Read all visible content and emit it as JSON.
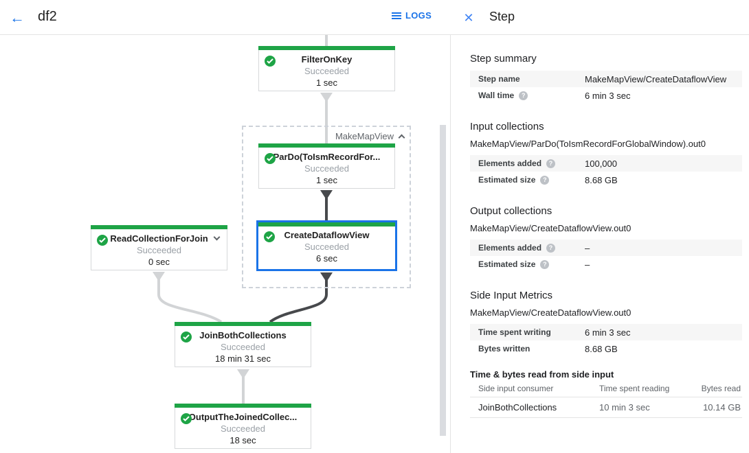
{
  "header": {
    "title": "df2",
    "logs_label": "LOGS",
    "back_icon": "←",
    "close_icon": "✕"
  },
  "colors": {
    "accent_blue": "#1a73e8",
    "success_green": "#1ea446",
    "edge_light": "#d2d4d6",
    "edge_dark": "#47494c",
    "selected_border": "#1a73e8"
  },
  "graph": {
    "group_label": "MakeMapView",
    "nodes": [
      {
        "title": "FilterOnKey",
        "status": "Succeeded",
        "time": "1 sec"
      },
      {
        "title": "ParDo(ToIsmRecordFor...",
        "status": "Succeeded",
        "time": "1 sec"
      },
      {
        "title": "CreateDataflowView",
        "status": "Succeeded",
        "time": "6 sec"
      },
      {
        "title": "ReadCollectionForJoin",
        "status": "Succeeded",
        "time": "0 sec"
      },
      {
        "title": "JoinBothCollections",
        "status": "Succeeded",
        "time": "18 min 31 sec"
      },
      {
        "title": "OutputTheJoinedCollec...",
        "status": "Succeeded",
        "time": "18 sec"
      }
    ]
  },
  "panel": {
    "title": "Step",
    "step_summary": {
      "heading": "Step summary",
      "rows": [
        {
          "label": "Step name",
          "value": "MakeMapView/CreateDataflowView"
        },
        {
          "label": "Wall time",
          "value": "6 min 3 sec"
        }
      ]
    },
    "input_collections": {
      "heading": "Input collections",
      "collection": "MakeMapView/ParDo(ToIsmRecordForGlobalWindow).out0",
      "rows": [
        {
          "label": "Elements added",
          "value": "100,000"
        },
        {
          "label": "Estimated size",
          "value": "8.68 GB"
        }
      ]
    },
    "output_collections": {
      "heading": "Output collections",
      "collection": "MakeMapView/CreateDataflowView.out0",
      "rows": [
        {
          "label": "Elements added",
          "value": "–"
        },
        {
          "label": "Estimated size",
          "value": "–"
        }
      ]
    },
    "side_input_metrics": {
      "heading": "Side Input Metrics",
      "collection": "MakeMapView/CreateDataflowView.out0",
      "rows": [
        {
          "label": "Time spent writing",
          "value": "6 min 3 sec"
        },
        {
          "label": "Bytes written",
          "value": "8.68 GB"
        }
      ]
    },
    "side_input_table": {
      "heading": "Time & bytes read from side input",
      "columns": [
        "Side input consumer",
        "Time spent reading",
        "Bytes read"
      ],
      "rows": [
        {
          "consumer": "JoinBothCollections",
          "time_reading": "10 min 3 sec",
          "bytes_read": "10.14 GB"
        }
      ]
    }
  }
}
